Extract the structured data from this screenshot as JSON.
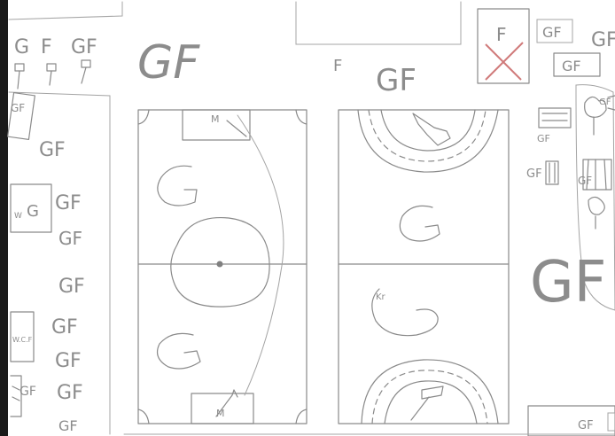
{
  "sketch": {
    "left_column": {
      "top_row": [
        "G",
        "F",
        "GF"
      ],
      "row_labels": [
        "GF",
        "GF",
        "GF",
        "GF",
        "GF",
        "GF",
        "GF",
        "GF",
        "GF"
      ],
      "box_label": "G",
      "box_label_small": "W",
      "lower_box_label": "W.C.F"
    },
    "top_strip": {
      "big_label": "GF",
      "center_label": "F",
      "mid_label": "GF",
      "crossed_box_label": "F",
      "right_labels": [
        "GF",
        "GF",
        "GF"
      ]
    },
    "court_left": {
      "top_goal_label": "M",
      "bottom_goal_label": "M",
      "upper_letter": "G",
      "lower_letter": "G"
    },
    "court_right": {
      "upper_letter": "G",
      "lower_letter": "G",
      "lower_small_text": "Kr"
    },
    "right_column": {
      "labels": [
        "GF",
        "GF",
        "GF",
        "GF"
      ],
      "big_label": "GF",
      "bottom_label": "GF"
    }
  }
}
